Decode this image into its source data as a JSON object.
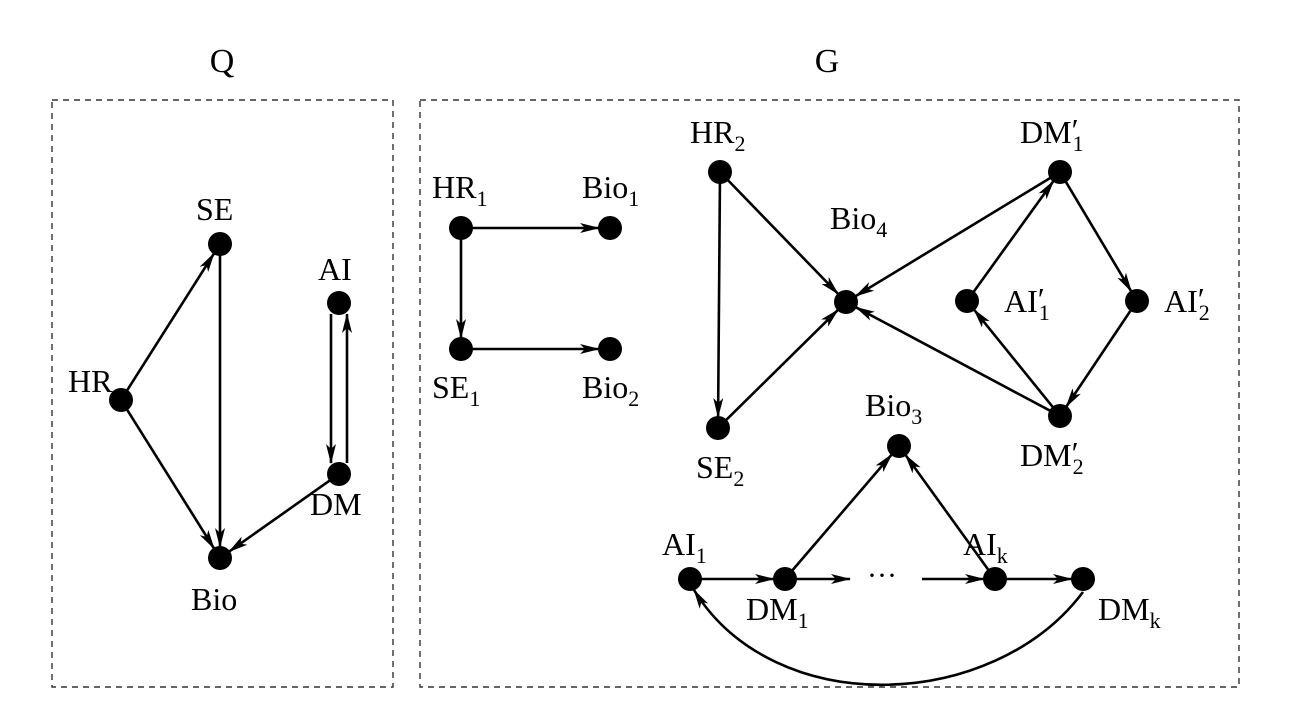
{
  "panels": [
    {
      "id": "Q",
      "title": "Q"
    },
    {
      "id": "G",
      "title": "G"
    }
  ],
  "nodes": [
    {
      "id": "Q_HR",
      "panel": "Q",
      "base": "HR",
      "sub": "",
      "prime": false
    },
    {
      "id": "Q_SE",
      "panel": "Q",
      "base": "SE",
      "sub": "",
      "prime": false
    },
    {
      "id": "Q_AI",
      "panel": "Q",
      "base": "AI",
      "sub": "",
      "prime": false
    },
    {
      "id": "Q_DM",
      "panel": "Q",
      "base": "DM",
      "sub": "",
      "prime": false
    },
    {
      "id": "Q_Bio",
      "panel": "Q",
      "base": "Bio",
      "sub": "",
      "prime": false
    },
    {
      "id": "HR1",
      "panel": "G",
      "base": "HR",
      "sub": "1",
      "prime": false
    },
    {
      "id": "Bio1",
      "panel": "G",
      "base": "Bio",
      "sub": "1",
      "prime": false
    },
    {
      "id": "SE1",
      "panel": "G",
      "base": "SE",
      "sub": "1",
      "prime": false
    },
    {
      "id": "Bio2",
      "panel": "G",
      "base": "Bio",
      "sub": "2",
      "prime": false
    },
    {
      "id": "HR2",
      "panel": "G",
      "base": "HR",
      "sub": "2",
      "prime": false
    },
    {
      "id": "SE2",
      "panel": "G",
      "base": "SE",
      "sub": "2",
      "prime": false
    },
    {
      "id": "Bio4",
      "panel": "G",
      "base": "Bio",
      "sub": "4",
      "prime": false
    },
    {
      "id": "DMp1",
      "panel": "G",
      "base": "DM",
      "sub": "1",
      "prime": true
    },
    {
      "id": "AIp1",
      "panel": "G",
      "base": "AI",
      "sub": "1",
      "prime": true
    },
    {
      "id": "AIp2",
      "panel": "G",
      "base": "AI",
      "sub": "2",
      "prime": true
    },
    {
      "id": "DMp2",
      "panel": "G",
      "base": "DM",
      "sub": "2",
      "prime": true
    },
    {
      "id": "Bio3",
      "panel": "G",
      "base": "Bio",
      "sub": "3",
      "prime": false
    },
    {
      "id": "AI1",
      "panel": "G",
      "base": "AI",
      "sub": "1",
      "prime": false
    },
    {
      "id": "DM1",
      "panel": "G",
      "base": "DM",
      "sub": "1",
      "prime": false
    },
    {
      "id": "AIk",
      "panel": "G",
      "base": "AI",
      "sub": "k",
      "prime": false
    },
    {
      "id": "DMk",
      "panel": "G",
      "base": "DM",
      "sub": "k",
      "prime": false
    }
  ],
  "edges": [
    {
      "from": "Q_HR",
      "to": "Q_SE"
    },
    {
      "from": "Q_HR",
      "to": "Q_Bio"
    },
    {
      "from": "Q_SE",
      "to": "Q_Bio"
    },
    {
      "from": "Q_AI",
      "to": "Q_DM"
    },
    {
      "from": "Q_DM",
      "to": "Q_AI"
    },
    {
      "from": "Q_DM",
      "to": "Q_Bio"
    },
    {
      "from": "HR1",
      "to": "Bio1"
    },
    {
      "from": "HR1",
      "to": "SE1"
    },
    {
      "from": "SE1",
      "to": "Bio2"
    },
    {
      "from": "HR2",
      "to": "SE2"
    },
    {
      "from": "HR2",
      "to": "Bio4"
    },
    {
      "from": "SE2",
      "to": "Bio4"
    },
    {
      "from": "DMp1",
      "to": "Bio4"
    },
    {
      "from": "DMp2",
      "to": "Bio4"
    },
    {
      "from": "AIp1",
      "to": "DMp1"
    },
    {
      "from": "DMp1",
      "to": "AIp2"
    },
    {
      "from": "AIp2",
      "to": "DMp2"
    },
    {
      "from": "DMp2",
      "to": "AIp1"
    },
    {
      "from": "AI1",
      "to": "DM1"
    },
    {
      "from": "DM1",
      "to": "Bio3"
    },
    {
      "from": "AIk",
      "to": "Bio3"
    },
    {
      "from": "AIk",
      "to": "DMk"
    },
    {
      "from": "DMk",
      "to": "AI1",
      "curved": true
    },
    {
      "from": "DM1",
      "to": "ELLIPSIS_L"
    },
    {
      "from": "ELLIPSIS_R",
      "to": "AIk"
    }
  ],
  "ellipsis": "···"
}
